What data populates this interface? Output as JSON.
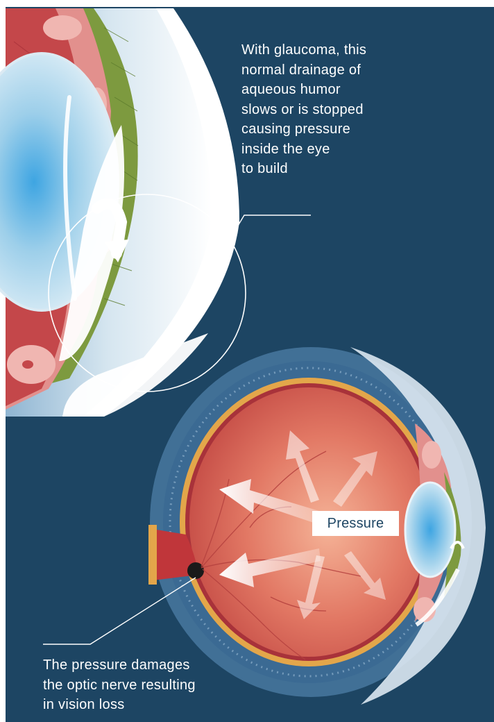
{
  "annotations": {
    "drainage_caption": {
      "lines": [
        "With glaucoma, this",
        "normal drainage of",
        "aqueous humor",
        "slows or is stopped",
        "causing pressure",
        "inside the eye",
        "to build"
      ]
    },
    "pressure_label": "Pressure",
    "optic_nerve_caption": {
      "lines": [
        "The pressure damages",
        "the optic nerve resulting",
        "in vision loss"
      ]
    }
  },
  "colors": {
    "background": "#1d4563",
    "retina": "#d6584e",
    "sclera": "#e3a64a",
    "lens": "#5fb0dc",
    "iris_muscle": "#7d9a3f",
    "tissue_pink": "#e2908d",
    "arrow": "#ffffff"
  },
  "icons": {
    "drainage_arrow": "curved-arrow-icon",
    "pressure_arrows": "outward-arrow-icon"
  }
}
